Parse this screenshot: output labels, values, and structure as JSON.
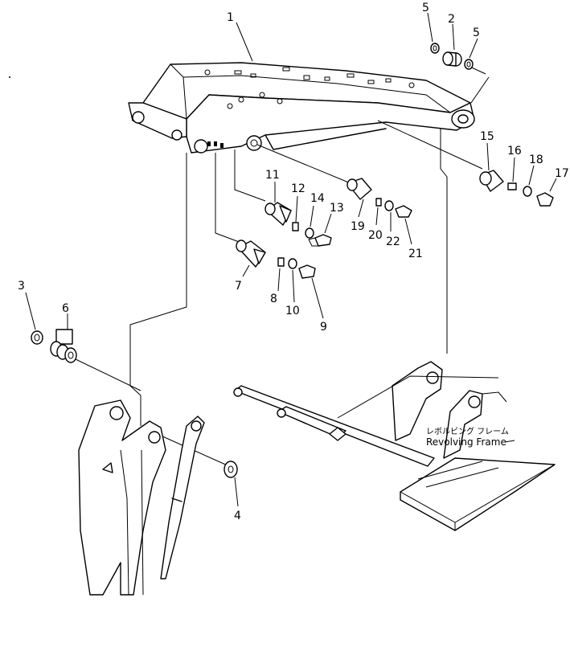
{
  "callouts": [
    {
      "id": "c1",
      "text": "1"
    },
    {
      "id": "c2",
      "text": "2"
    },
    {
      "id": "c5a",
      "text": "5"
    },
    {
      "id": "c5b",
      "text": "5"
    },
    {
      "id": "c3",
      "text": "3"
    },
    {
      "id": "c4",
      "text": "4"
    },
    {
      "id": "c6",
      "text": "6"
    },
    {
      "id": "c7",
      "text": "7"
    },
    {
      "id": "c8",
      "text": "8"
    },
    {
      "id": "c9",
      "text": "9"
    },
    {
      "id": "c10",
      "text": "10"
    },
    {
      "id": "c11",
      "text": "11"
    },
    {
      "id": "c12",
      "text": "12"
    },
    {
      "id": "c13",
      "text": "13"
    },
    {
      "id": "c14",
      "text": "14"
    },
    {
      "id": "c15",
      "text": "15"
    },
    {
      "id": "c16",
      "text": "16"
    },
    {
      "id": "c17",
      "text": "17"
    },
    {
      "id": "c18",
      "text": "18"
    },
    {
      "id": "c19",
      "text": "19"
    },
    {
      "id": "c20",
      "text": "20"
    },
    {
      "id": "c21",
      "text": "21"
    },
    {
      "id": "c22",
      "text": "22"
    }
  ],
  "frame_label": {
    "japanese": "レボルビング フレーム",
    "english": "Revolving Frame"
  }
}
